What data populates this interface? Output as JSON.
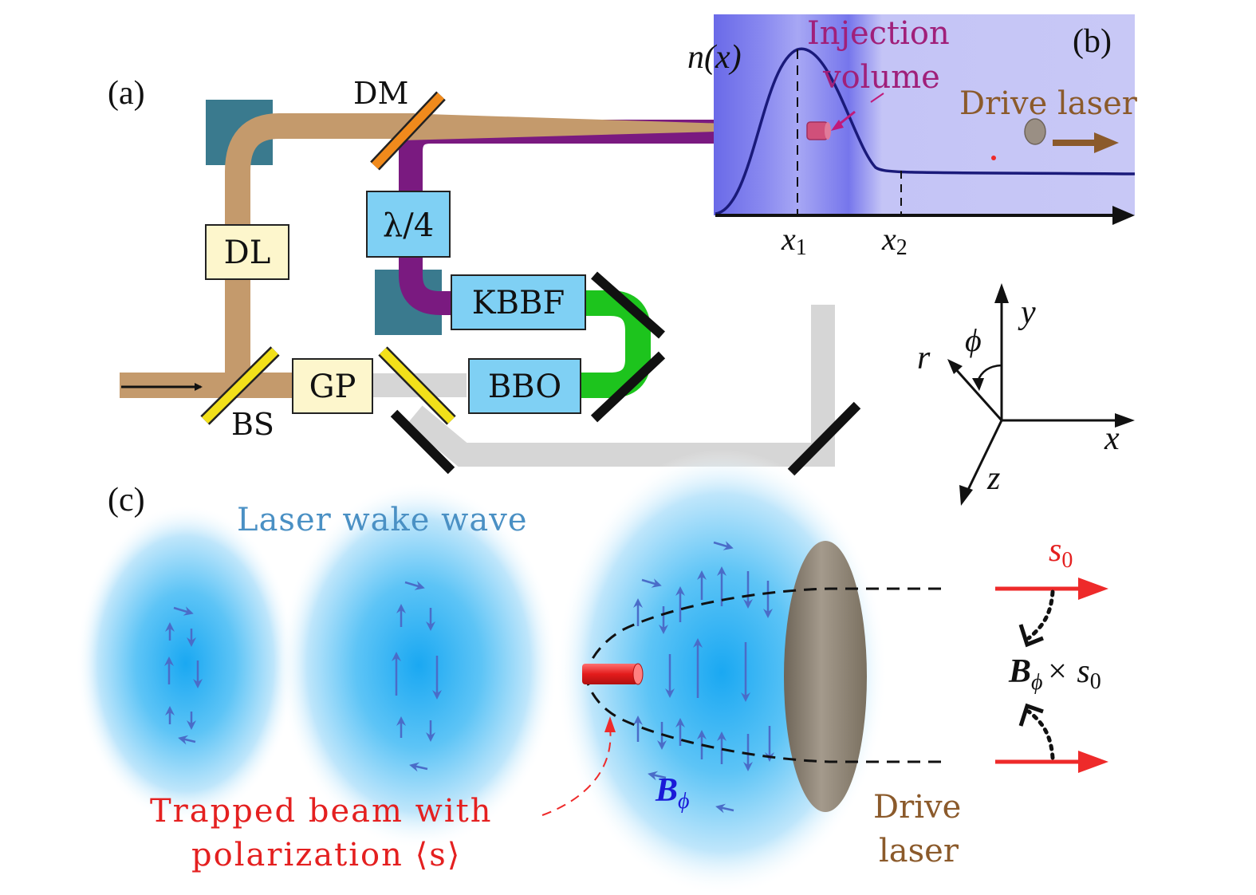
{
  "panels": {
    "a": "(a)",
    "b": "(b)",
    "c": "(c)"
  },
  "setup": {
    "dm": "DM",
    "dl": "DL",
    "quarter_wave": "λ/4",
    "kbbf": "KBBF",
    "bbo": "BBO",
    "gp": "GP",
    "bs": "BS"
  },
  "density": {
    "n_x": "n(x)",
    "injection_line1": "Injection",
    "injection_line2": "volume",
    "drive_laser": "Drive laser",
    "x1_base": "x",
    "x1_sub": "1",
    "x2_base": "x",
    "x2_sub": "2"
  },
  "axes": {
    "y": "y",
    "x": "x",
    "z": "z",
    "r": "r",
    "phi": "ϕ"
  },
  "wake": {
    "title": "Laser wake wave",
    "b_phi": "B",
    "b_phi_sub": "ϕ",
    "trapped_line1": "Trapped beam with",
    "trapped_line2": "polarization ⟨s⟩",
    "drive_line1": "Drive",
    "drive_line2": "laser",
    "s0_base": "s",
    "s0_sub": "0",
    "cross_b": "B",
    "cross_b_sub": "ϕ",
    "cross_rest": "× s",
    "cross_rest_sub": "0"
  },
  "colors": {
    "tan_beam": "#c49a6c",
    "purple_beam": "#7a1a80",
    "green_beam": "#1dc41d",
    "grey_beam": "#d6d6d6",
    "crystal_blue": "#7fd0f4",
    "cream_box": "#fdf6cc",
    "dm_orange": "#f08a1c",
    "yellow_optic": "#f2e01a",
    "panel_b_bg": "#bfbff2",
    "curve_navy": "#1a1a7a",
    "wake_cyan": "#29b6f6",
    "arrow_blue": "#4a6cc8",
    "red": "#ee2a2a",
    "drive_brown": "#8b5a2b"
  }
}
